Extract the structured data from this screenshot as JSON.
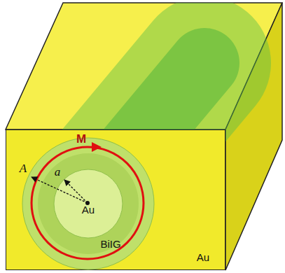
{
  "diagram": {
    "nodes": [
      {
        "text": [
          "Au"
        ]
      },
      {
        "text": [
          "BiIG"
        ],
        "in": 0
      },
      {
        "text": [
          "Au"
        ],
        "in": 1
      }
    ],
    "labels": [
      "M",
      "a",
      "A"
    ]
  }
}
